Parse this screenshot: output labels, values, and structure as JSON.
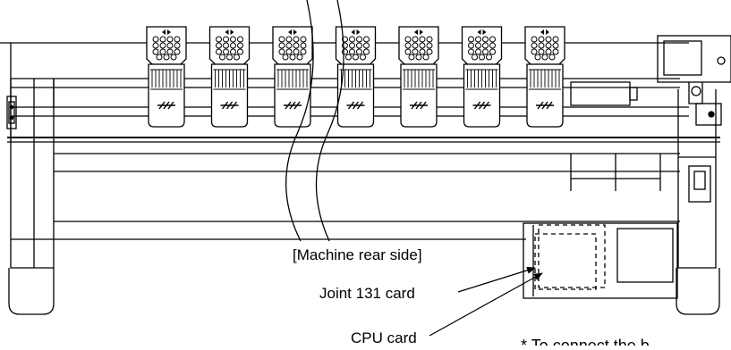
{
  "labels": {
    "view": "[Machine rear side]",
    "joint_card": "Joint 131 card",
    "cpu_card": "CPU card",
    "note": "* To connect the b"
  },
  "heads": {
    "count": 7
  },
  "colors": {
    "line": "#000000",
    "background": "#ffffff"
  }
}
